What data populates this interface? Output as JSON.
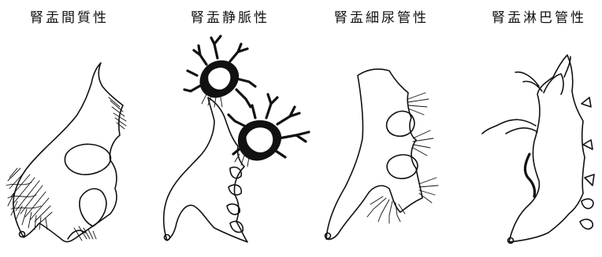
{
  "figure": {
    "panels": [
      {
        "label": "腎盂間質性"
      },
      {
        "label": "腎盂静脈性"
      },
      {
        "label": "腎盂細尿管性"
      },
      {
        "label": "腎盂淋巴管性"
      }
    ]
  }
}
